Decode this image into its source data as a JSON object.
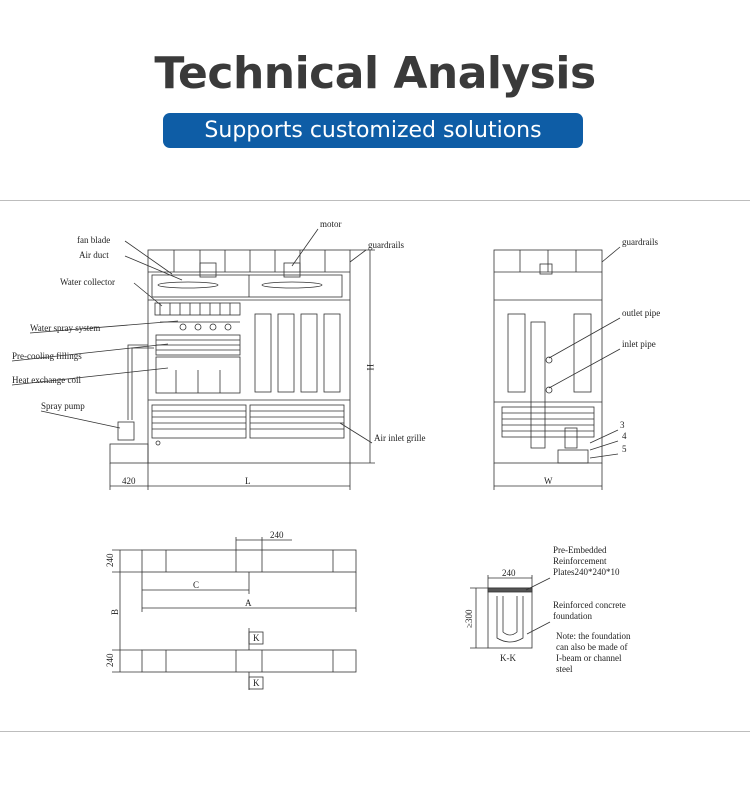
{
  "header": {
    "title": "Technical Analysis",
    "subtitle": "Supports customized solutions"
  },
  "front_view": {
    "labels": {
      "fan_blade": "fan blade",
      "air_duct": "Air duct",
      "water_collector": "Water collector",
      "water_spray_system": "Water spray system",
      "pre_cooling_fillings": "Pre-cooling fillings",
      "heat_exchange_coil": "Heat exchange coil",
      "spray_pump": "Spray pump",
      "motor": "motor",
      "guardrails": "guardrails",
      "air_inlet_grille": "Air inlet grille"
    },
    "dims": {
      "offset": "420",
      "length": "L",
      "height": "H"
    }
  },
  "side_view": {
    "labels": {
      "guardrails": "guardrails",
      "outlet_pipe": "outlet pipe",
      "inlet_pipe": "inlet pipe",
      "n3": "3",
      "n4": "4",
      "n5": "5"
    },
    "dims": {
      "width": "W"
    }
  },
  "foundation_plan": {
    "dims": {
      "beam_w": "240",
      "top_h": "240",
      "bottom_h": "240",
      "c": "C",
      "a": "A",
      "b": "B",
      "k_top": "K",
      "k_bottom": "K"
    }
  },
  "section_kk": {
    "dims": {
      "width": "240",
      "depth": "≥300",
      "section": "K-K"
    },
    "labels": {
      "pre_embedded_1": "Pre-Embedded",
      "pre_embedded_2": "Reinforcement",
      "pre_embedded_3": "Plates240*240*10",
      "concrete_1": "Reinforced concrete",
      "concrete_2": "foundation",
      "note_1": "Note: the foundation",
      "note_2": "can also be made of",
      "note_3": "I-beam or channel",
      "note_4": "steel"
    }
  }
}
